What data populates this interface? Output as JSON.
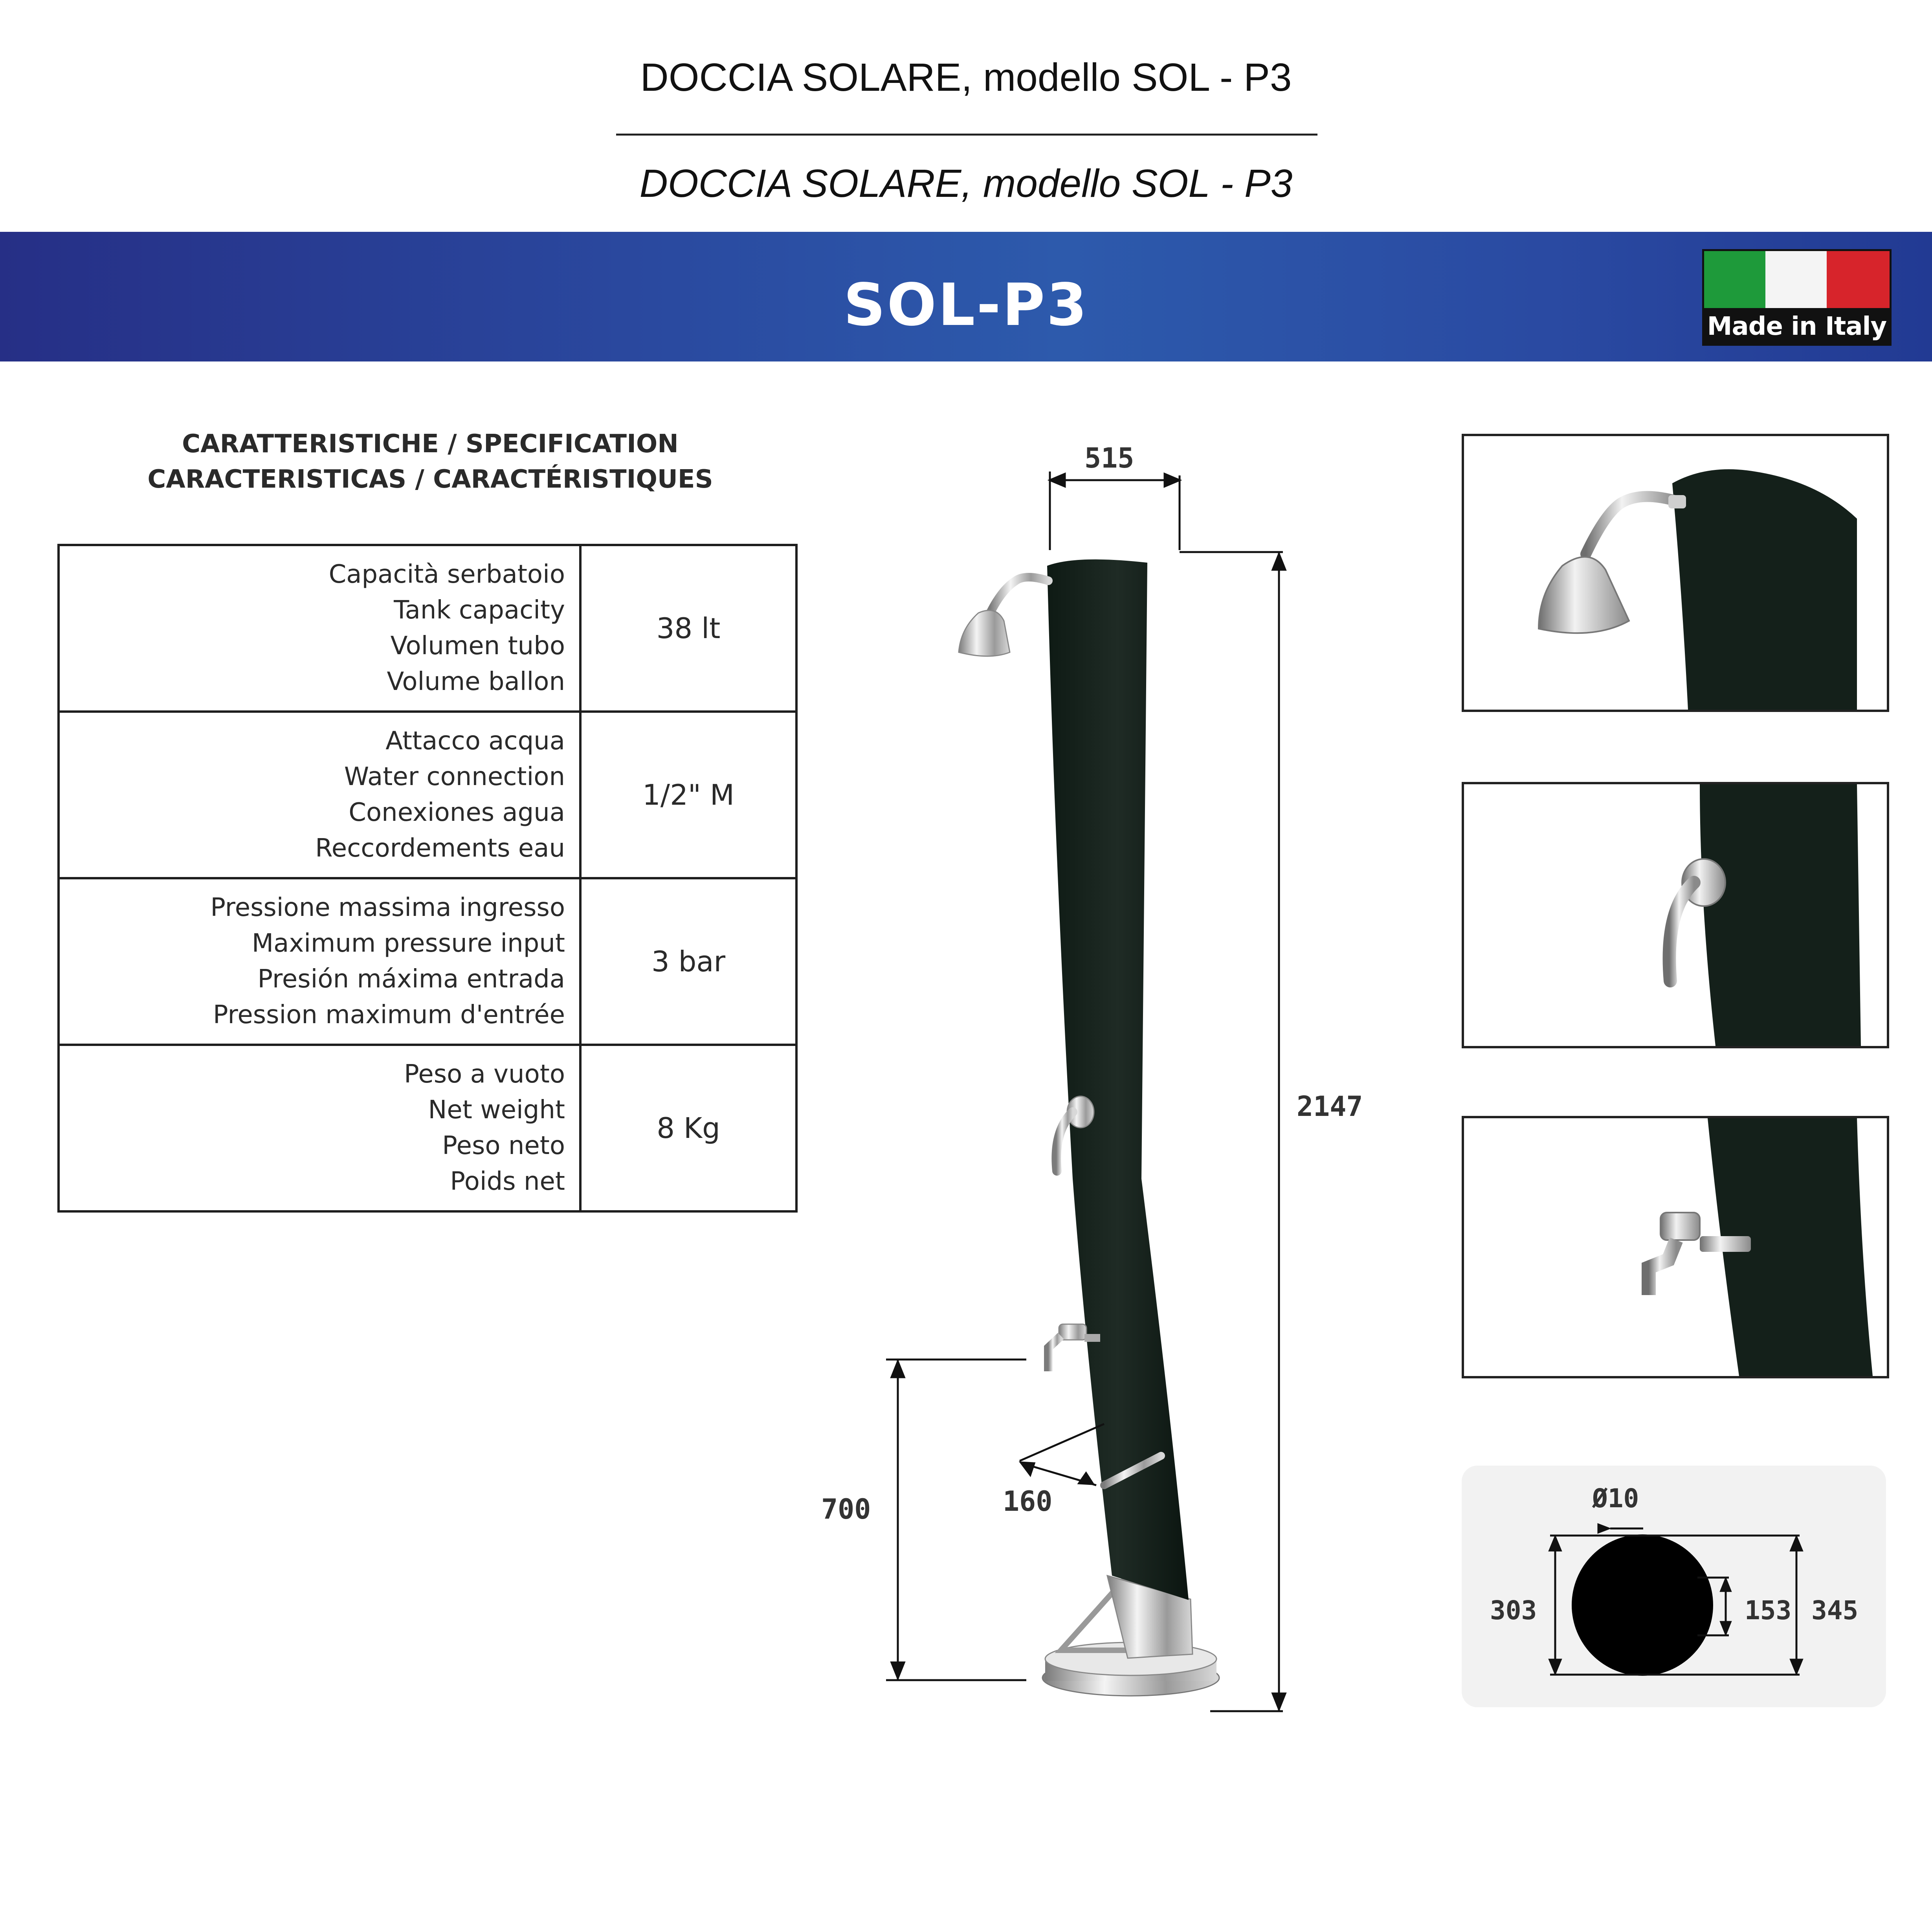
{
  "header": {
    "title": "DOCCIA SOLARE, modello SOL - P3",
    "subtitle": "DOCCIA SOLARE, modello SOL - P3"
  },
  "banner": {
    "title": "SOL-P3",
    "badge_text": "Made in Italy",
    "flag_colors": [
      "#1e9a3a",
      "#f4f4f4",
      "#d7242b"
    ],
    "background": "#2a4aa0"
  },
  "specs": {
    "heading_line1": "CARATTERISTICHE / SPECIFICATION",
    "heading_line2": "CARACTERISTICAS / CARACTÉRISTIQUES",
    "rows": [
      {
        "labels": [
          "Capacità serbatoio",
          "Tank capacity",
          "Volumen tubo",
          "Volume ballon"
        ],
        "value": "38 lt"
      },
      {
        "labels": [
          "Attacco acqua",
          "Water connection",
          "Conexiones agua",
          "Reccordements eau"
        ],
        "value": "1/2\" M"
      },
      {
        "labels": [
          "Pressione massima ingresso",
          "Maximum pressure input",
          "Presión máxima entrada",
          "Pression maximum d'entrée"
        ],
        "value": "3 bar"
      },
      {
        "labels": [
          "Peso a vuoto",
          "Net weight",
          "Peso neto",
          "Poids net"
        ],
        "value": "8 Kg"
      }
    ]
  },
  "dimensions": {
    "width_top": "515",
    "height_total": "2147",
    "tap_height": "700",
    "footrest": "160"
  },
  "plan_view": {
    "hole": "Ø10",
    "left": "303",
    "inner": "153",
    "outer": "345"
  }
}
